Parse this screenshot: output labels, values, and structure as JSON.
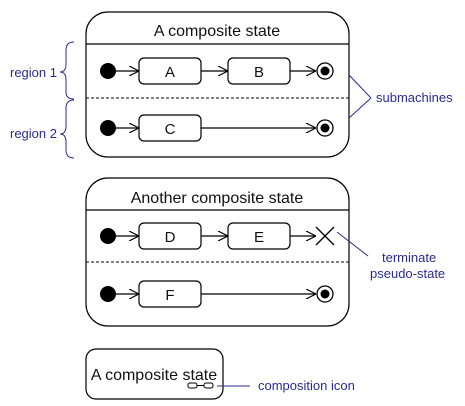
{
  "colors": {
    "line": "#000000",
    "annotation": "#2b2b8f",
    "background": "#ffffff"
  },
  "diagram1": {
    "title": "A composite state",
    "regions": [
      {
        "label": "region 1",
        "states": [
          "A",
          "B"
        ],
        "ends_with": "final-state"
      },
      {
        "label": "region 2",
        "states": [
          "C"
        ],
        "ends_with": "final-state"
      }
    ],
    "callout": "submachines"
  },
  "diagram2": {
    "title": "Another composite state",
    "regions": [
      {
        "states": [
          "D",
          "E"
        ],
        "ends_with": "terminate-pseudo-state"
      },
      {
        "states": [
          "F"
        ],
        "ends_with": "final-state"
      }
    ],
    "callout_lines": [
      "terminate",
      "pseudo-state"
    ]
  },
  "diagram3": {
    "title": "A composite state",
    "icon": "composition-icon",
    "callout": "composition icon"
  }
}
